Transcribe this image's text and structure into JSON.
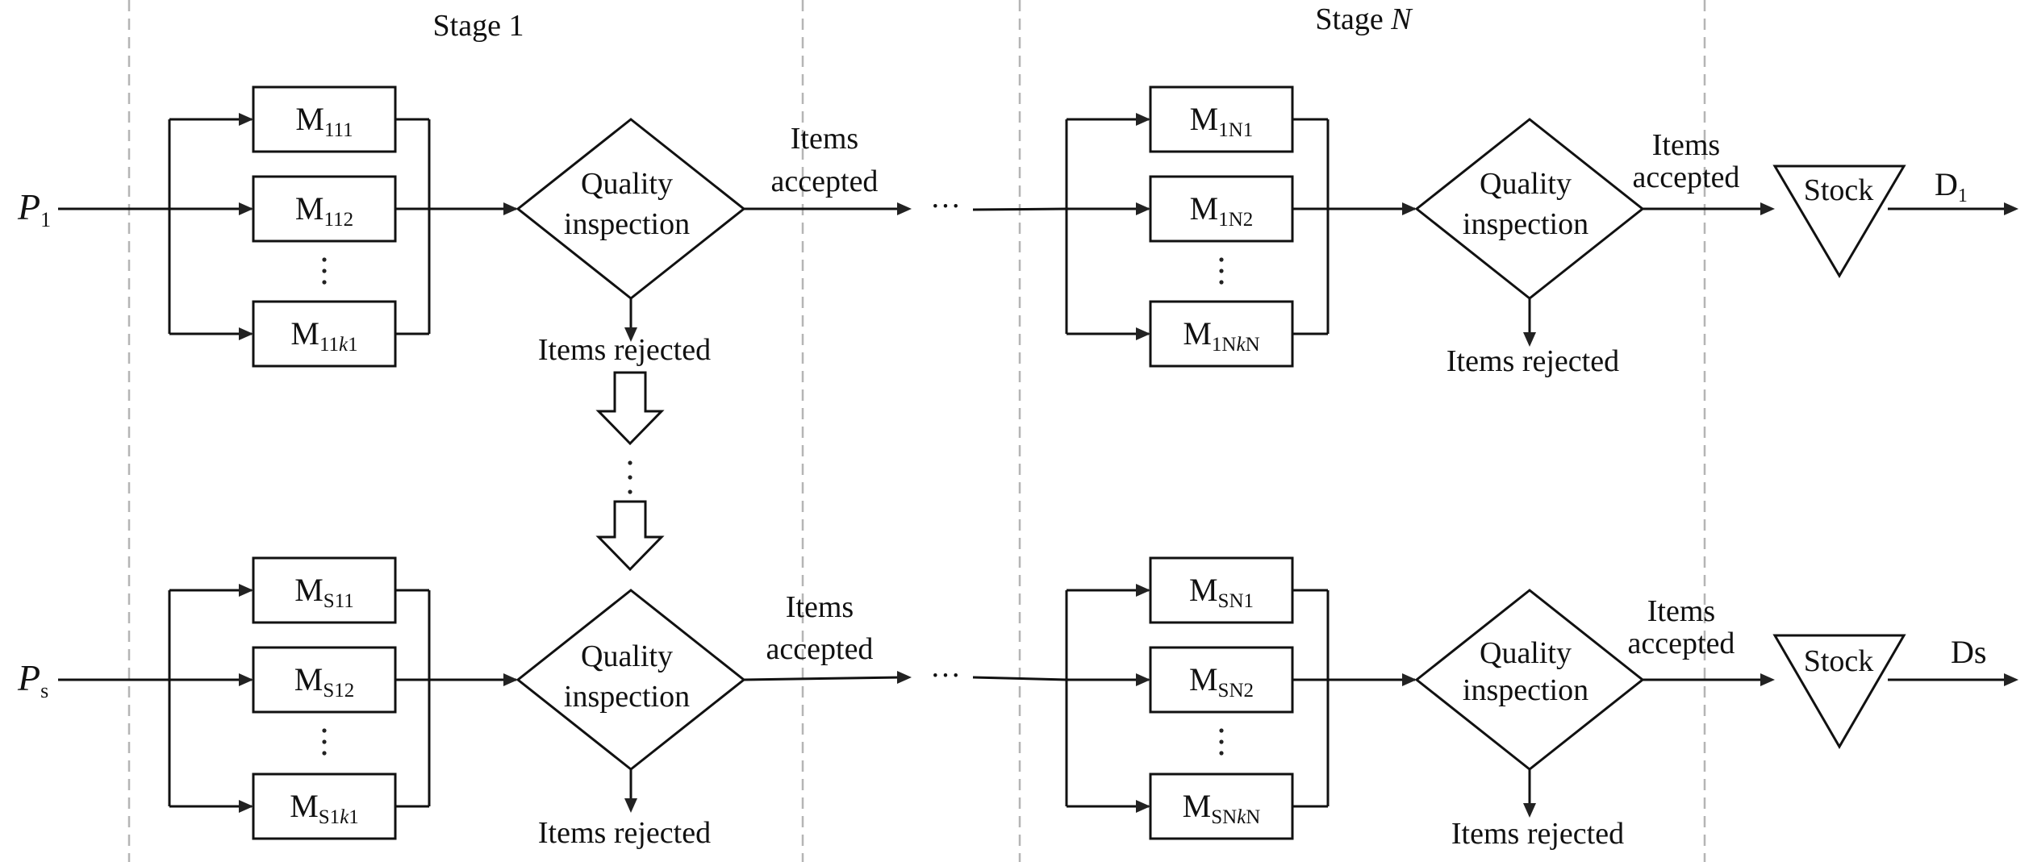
{
  "stages": {
    "stage1": "Stage 1",
    "stageN_prefix": "Stage ",
    "stageN_var": "N"
  },
  "ellipsis": "···",
  "rows": [
    {
      "input": {
        "base": "P",
        "sub": "1"
      },
      "stage1_machines": [
        {
          "base": "M",
          "sub": "111"
        },
        {
          "base": "M",
          "sub": "112"
        },
        {
          "base": "M",
          "sub_pre": "11",
          "sub_it": "k",
          "sub_post": "1"
        }
      ],
      "stageN_machines": [
        {
          "base": "M",
          "sub": "1N1"
        },
        {
          "base": "M",
          "sub": "1N2"
        },
        {
          "base": "M",
          "sub_pre": "1N",
          "sub_it": "k",
          "sub_post": "N"
        }
      ],
      "inspection": {
        "line1": "Quality",
        "line2": "inspection"
      },
      "accepted": {
        "line1": "Items",
        "line2": "accepted"
      },
      "rejected": "Items rejected",
      "stock": "Stock",
      "output": {
        "base": "D",
        "sub": "1"
      }
    },
    {
      "input": {
        "base": "P",
        "sub": "s"
      },
      "stage1_machines": [
        {
          "base": "M",
          "sub": "S11"
        },
        {
          "base": "M",
          "sub": "S12"
        },
        {
          "base": "M",
          "sub_pre": "S1",
          "sub_it": "k",
          "sub_post": "1"
        }
      ],
      "stageN_machines": [
        {
          "base": "M",
          "sub": "SN1"
        },
        {
          "base": "M",
          "sub": "SN2"
        },
        {
          "base": "M",
          "sub_pre": "SN",
          "sub_it": "k",
          "sub_post": "N"
        }
      ],
      "inspection": {
        "line1": "Quality",
        "line2": "inspection"
      },
      "accepted": {
        "line1": "Items",
        "line2": "accepted"
      },
      "rejected": "Items rejected",
      "stock": "Stock",
      "output": {
        "base": "Ds",
        "sub": ""
      }
    }
  ]
}
